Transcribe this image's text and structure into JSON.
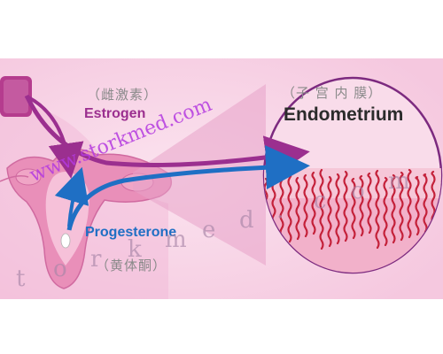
{
  "colors": {
    "background": "#f7d3e6",
    "estrogen_arrow": "#9b2f8f",
    "progesterone_arrow": "#1f6fc4",
    "circle_border": "#7c2a7f",
    "vessels": "#c4213a"
  },
  "labels": {
    "estrogen_cn": "（雌激素）",
    "estrogen": "Estrogen",
    "progesterone": "Progesterone",
    "progesterone_cn": "（黄体酮）",
    "endometrium_cn": "（子 宫  内 膜）",
    "endometrium": "Endometrium"
  },
  "watermark": {
    "url": "www.storkmed.com",
    "spaced_letters": [
      "t",
      "o",
      "r",
      "k",
      "m",
      "e",
      "d",
      ".",
      "c",
      "o",
      "m"
    ]
  }
}
